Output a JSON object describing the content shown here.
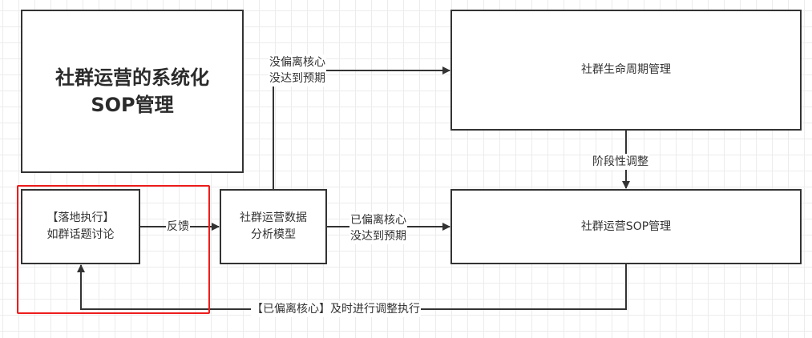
{
  "colors": {
    "stroke": "#333333",
    "highlight": "#ee1c1c",
    "grid": "#ececec",
    "background": "#ffffff"
  },
  "nodes": {
    "main_title": {
      "lines": [
        "社群运营的系统化",
        "SOP管理"
      ]
    },
    "lifecycle": {
      "text": "社群生命周期管理"
    },
    "sop_management": {
      "text": "社群运营SOP管理"
    },
    "execution": {
      "lines": [
        "【落地执行】",
        "如群话题讨论"
      ]
    },
    "analysis": {
      "lines": [
        "社群运营数据",
        "分析模型"
      ]
    }
  },
  "edge_labels": {
    "feedback": "反馈",
    "not_deviated": [
      "没偏离核心",
      "没达到预期"
    ],
    "deviated": [
      "已偏离核心",
      "没达到预期"
    ],
    "stage_adjust": "阶段性调整",
    "adjust_execute": "【已偏离核心】及时进行调整执行"
  }
}
